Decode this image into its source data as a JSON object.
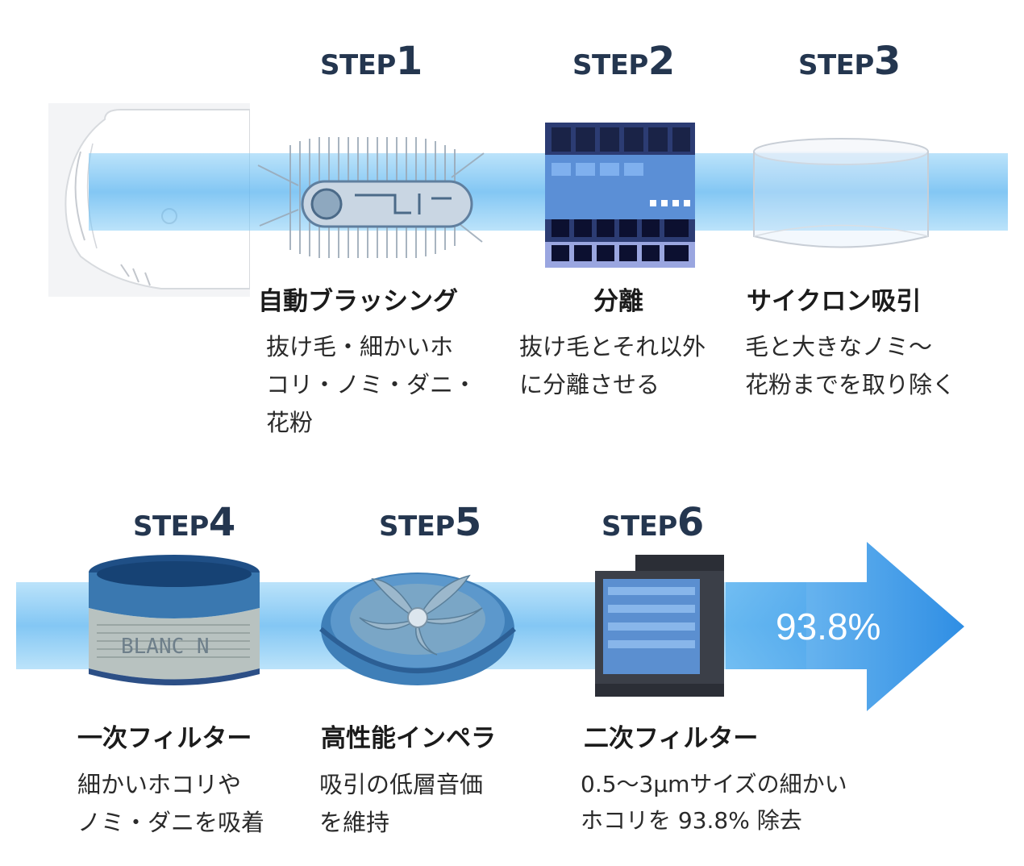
{
  "steps": [
    {
      "word": "STEP",
      "num": "1",
      "title": "自動ブラッシング",
      "desc": [
        "抜け毛・細かいホ",
        "コリ・ノミ・ダニ・",
        "花粉"
      ]
    },
    {
      "word": "STEP",
      "num": "2",
      "title": "分離",
      "desc": [
        "抜け毛とそれ以外",
        "に分離させる"
      ]
    },
    {
      "word": "STEP",
      "num": "3",
      "title": "サイクロン吸引",
      "desc": [
        "毛と大きなノミ〜",
        "花粉までを取り除く"
      ]
    },
    {
      "word": "STEP",
      "num": "4",
      "title": "一次フィルター",
      "desc": [
        "細かいホコリや",
        "ノミ・ダニを吸着"
      ]
    },
    {
      "word": "STEP",
      "num": "5",
      "title": "高性能インペラ",
      "desc": [
        "吸引の低層音価",
        "を維持"
      ]
    },
    {
      "word": "STEP",
      "num": "6",
      "title": "二次フィルター",
      "desc": [
        "0.5〜3µmサイズの細かい",
        "ホコリを 93.8% 除去"
      ]
    }
  ],
  "arrow": {
    "percentage": "93.8%"
  },
  "filter_print": "BLANC N",
  "colors": {
    "step_label": "#24364f",
    "band": "#84ccf6",
    "arrow": "#3f9be8",
    "part_blue": "#3a78b0",
    "navy": "#2c3c73"
  },
  "icons": [
    "brush-head-body",
    "brush-roller",
    "separator-block",
    "cyclone-cylinder",
    "primary-filter",
    "impeller",
    "secondary-filter"
  ]
}
